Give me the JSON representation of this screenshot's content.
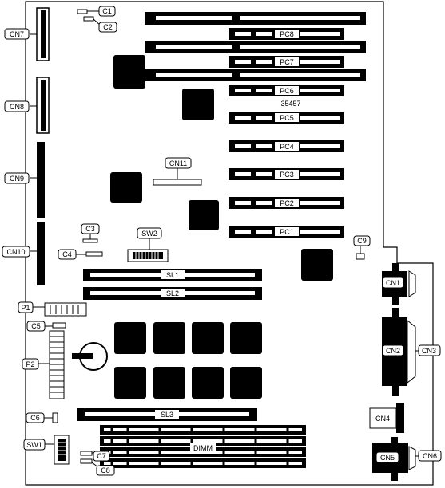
{
  "board": {
    "part_number": "35457",
    "labels": {
      "cn1": "CN1",
      "cn2": "CN2",
      "cn3": "CN3",
      "cn4": "CN4",
      "cn5": "CN5",
      "cn6": "CN6",
      "cn7": "CN7",
      "cn8": "CN8",
      "cn9": "CN9",
      "cn10": "CN10",
      "cn11": "CN11",
      "c1": "C1",
      "c2": "C2",
      "c3": "C3",
      "c4": "C4",
      "c5": "C5",
      "c6": "C6",
      "c7": "C7",
      "c8": "C8",
      "c9": "C9",
      "pc1": "PC1",
      "pc2": "PC2",
      "pc3": "PC3",
      "pc4": "PC4",
      "pc5": "PC5",
      "pc6": "PC6",
      "pc7": "PC7",
      "pc8": "PC8",
      "sl1": "SL1",
      "sl2": "SL2",
      "sl3": "SL3",
      "sw1": "SW1",
      "sw2": "SW2",
      "p1": "P1",
      "p2": "P2",
      "dimm": "DIMM"
    }
  }
}
